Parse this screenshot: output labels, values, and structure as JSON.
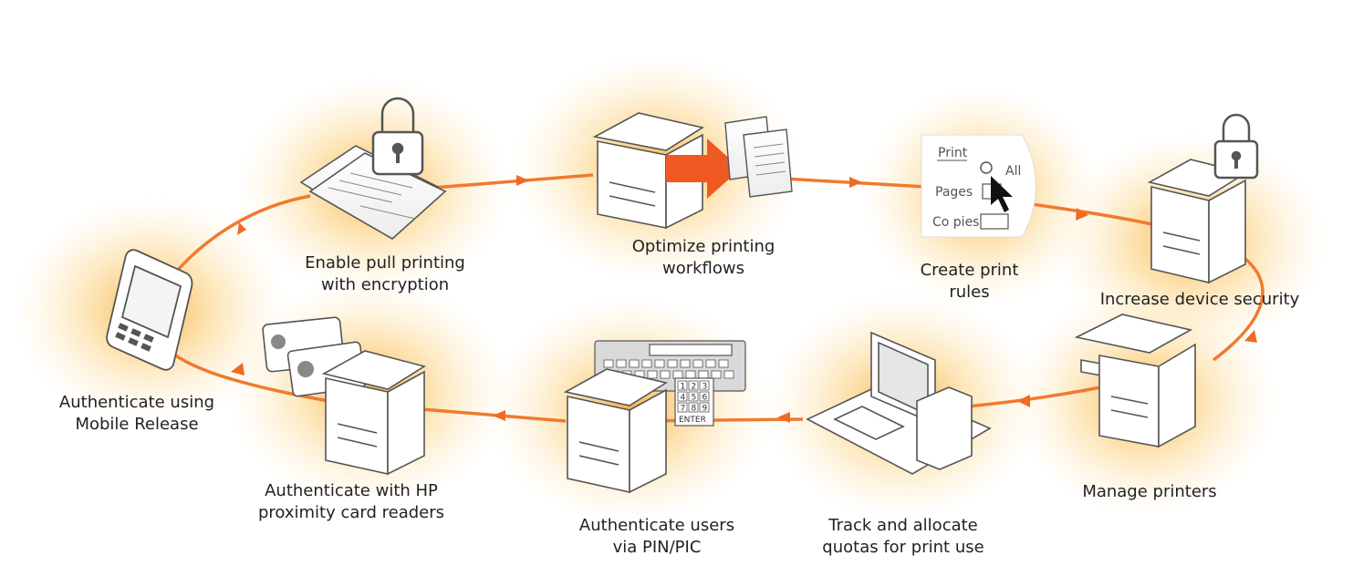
{
  "steps": [
    {
      "id": "enable-pull-printing",
      "lines": [
        "Enable pull printing",
        "with encryption"
      ]
    },
    {
      "id": "optimize-workflows",
      "lines": [
        "Optimize printing",
        "workflows"
      ]
    },
    {
      "id": "create-print-rules",
      "lines": [
        "Create print",
        "rules"
      ]
    },
    {
      "id": "increase-security",
      "lines": [
        "Increase device security"
      ]
    },
    {
      "id": "manage-printers",
      "lines": [
        "Manage printers"
      ]
    },
    {
      "id": "track-quotas",
      "lines": [
        "Track and allocate",
        "quotas for print use"
      ]
    },
    {
      "id": "authenticate-pin",
      "lines": [
        "Authenticate users",
        "via PIN/PIC"
      ]
    },
    {
      "id": "authenticate-hp-card",
      "lines": [
        "Authenticate with HP",
        "proximity card readers"
      ]
    },
    {
      "id": "authenticate-mobile",
      "lines": [
        "Authenticate using",
        "Mobile Release"
      ]
    }
  ],
  "print_dialog": {
    "title": "Print",
    "option_all": "All",
    "pages": "Pages",
    "copies": "Co pies"
  },
  "keypad": {
    "keys": [
      "1",
      "2",
      "3",
      "4",
      "5",
      "6",
      "7",
      "8",
      "9"
    ],
    "enter": "ENTER"
  },
  "icons": [
    "padlock-icon",
    "document-icon",
    "printer-icon",
    "arrow-icon",
    "cursor-icon",
    "tablet-icon",
    "card-icon",
    "computer-icon",
    "keyboard-icon"
  ],
  "colors": {
    "flow_line": "#f07a2e",
    "glow": "#fbb040",
    "stroke": "#555555"
  }
}
